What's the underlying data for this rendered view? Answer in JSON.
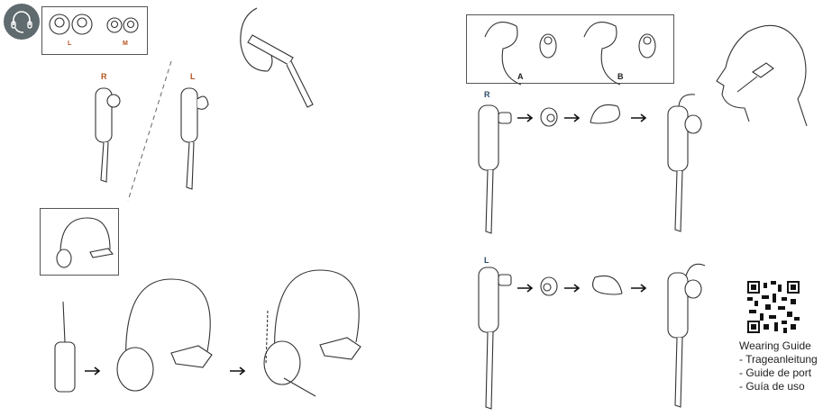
{
  "badge": {
    "icon": "headset-icon",
    "color": "#5f6b6e"
  },
  "eartip_box": {
    "size_large": "L",
    "size_medium": "M"
  },
  "left_panel": {
    "right_label": "R",
    "left_label": "L"
  },
  "earhook_box": {
    "option_a": "A",
    "option_b": "B"
  },
  "right_panel": {
    "right_label": "R",
    "left_label": "L"
  },
  "wearing_guide": {
    "title": "Wearing Guide",
    "lines": [
      "- Trageanleitung",
      "- Guide de port",
      "- Guía de uso"
    ]
  },
  "colors": {
    "label_orange": "#b5541e",
    "label_blue": "#2a4a6a",
    "badge": "#5f6b6e"
  }
}
